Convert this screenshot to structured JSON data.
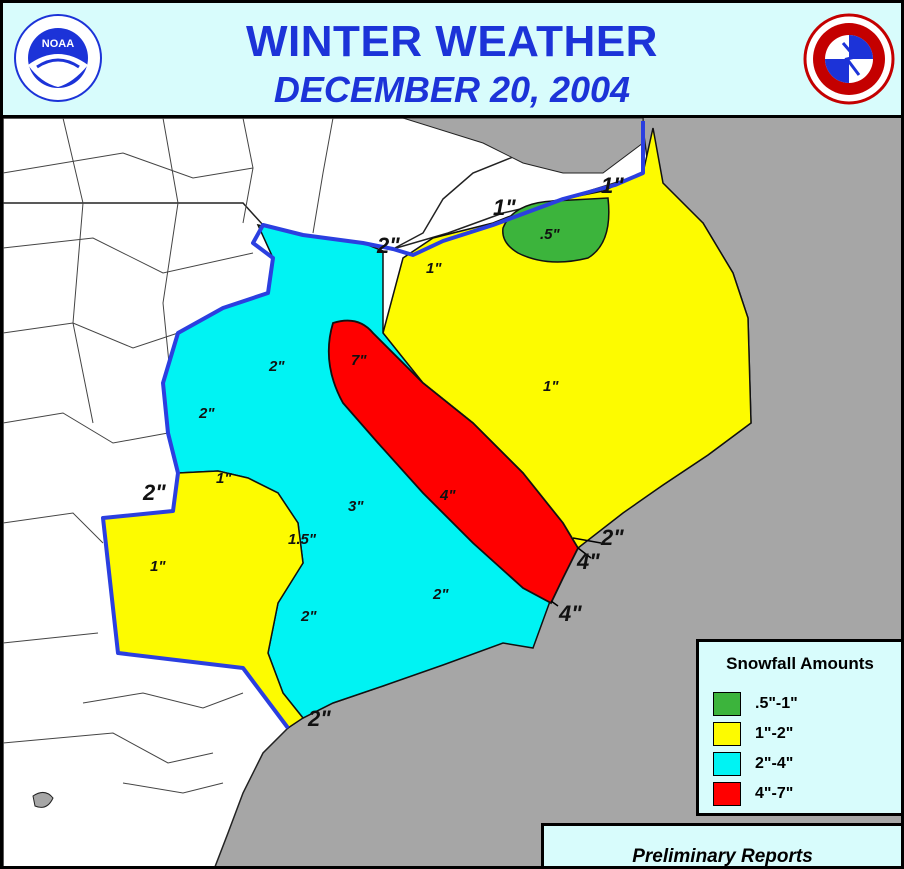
{
  "header": {
    "title": "WINTER WEATHER",
    "subtitle": "DECEMBER 20, 2004",
    "left_logo": {
      "icon": "noaa-logo",
      "text": "NOAA"
    },
    "right_logo": {
      "icon": "nws-logo"
    }
  },
  "colors": {
    "header_bg": "#d8fcfc",
    "title": "#1c33d8",
    "ocean": "#a6a6a6",
    "land": "#ffffff",
    "outline": "#2b3fe0",
    "band_05_1": "#3cb43c",
    "band_1_2": "#fdfb00",
    "band_2_4": "#00f3f3",
    "band_4_7": "#ff0000"
  },
  "map": {
    "labels": {
      "l1": "1\"",
      "l2": "1\"",
      "l3": "2\"",
      "l4": ".5\"",
      "l5": "1\"",
      "l6": "2\"",
      "l7": "7\"",
      "l8": "2\"",
      "l9": "1\"",
      "l10": "4\"",
      "l11": "1\"",
      "l12": "2\"",
      "l13": "3\"",
      "l14": "1.5\"",
      "l15": "2\"",
      "l16": "1\"",
      "l17": "2\"",
      "l18": "4\"",
      "l19": "2\"",
      "l20": "4\"",
      "l21": "2\""
    }
  },
  "legend": {
    "title": "Snowfall Amounts",
    "items": [
      {
        "label": ".5\"-1\"",
        "color": "#3cb43c"
      },
      {
        "label": "1\"-2\"",
        "color": "#fdfb00"
      },
      {
        "label": "2\"-4\"",
        "color": "#00f3f3"
      },
      {
        "label": "4\"-7\"",
        "color": "#ff0000"
      }
    ]
  },
  "reports": {
    "label": "Preliminary Reports"
  }
}
